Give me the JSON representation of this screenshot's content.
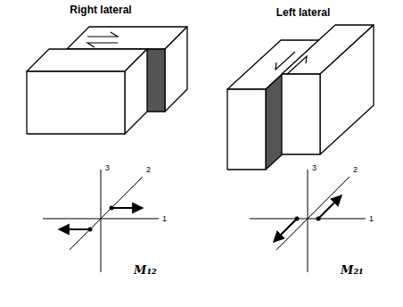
{
  "diagram": {
    "labels": [
      "Right lateral",
      "Left lateral",
      "3",
      "2",
      "1",
      "M₁₂",
      "3",
      "2",
      "1",
      "M₂₁"
    ]
  }
}
